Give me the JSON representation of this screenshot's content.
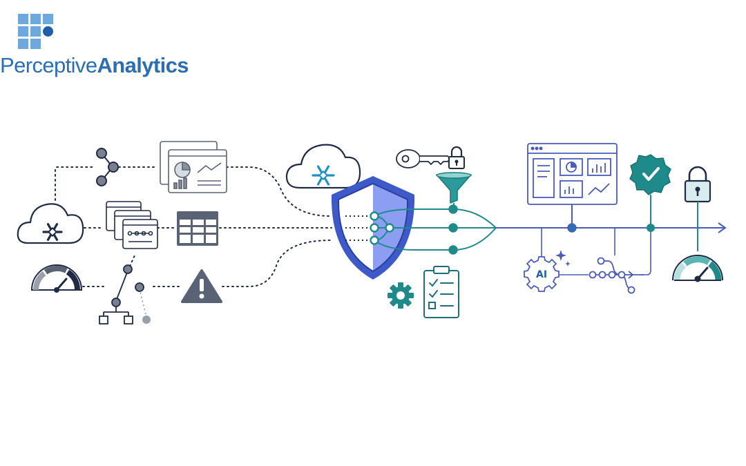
{
  "brand": {
    "name_light": "Perceptive",
    "name_bold": "Analytics",
    "color": "#2b6eb1",
    "logo_square_color": "#6fa8dc",
    "logo_dot_color": "#1f5fa8"
  },
  "diagram": {
    "ai_label": "AI",
    "colors": {
      "navy": "#1f2a44",
      "slate": "#5a6275",
      "blue": "#3d5ac8",
      "light_blue": "#7f95f0",
      "teal": "#1e8a8a",
      "indigo": "#4a5bb8",
      "grey": "#9aa0aa"
    },
    "icons": [
      "share-icon",
      "dashboard-window-icon",
      "snowflake-cloud-icon",
      "data-pipeline-windows-icon",
      "table-grid-icon",
      "gauge-icon",
      "hierarchy-tree-icon",
      "warning-icon",
      "shield-icon",
      "key-icon",
      "padlock-icon",
      "funnel-icon",
      "gear-icon",
      "checklist-icon",
      "analytics-dashboard-icon",
      "verified-badge-icon",
      "ai-chip-icon",
      "workflow-icon",
      "gauge-teal-icon"
    ]
  }
}
